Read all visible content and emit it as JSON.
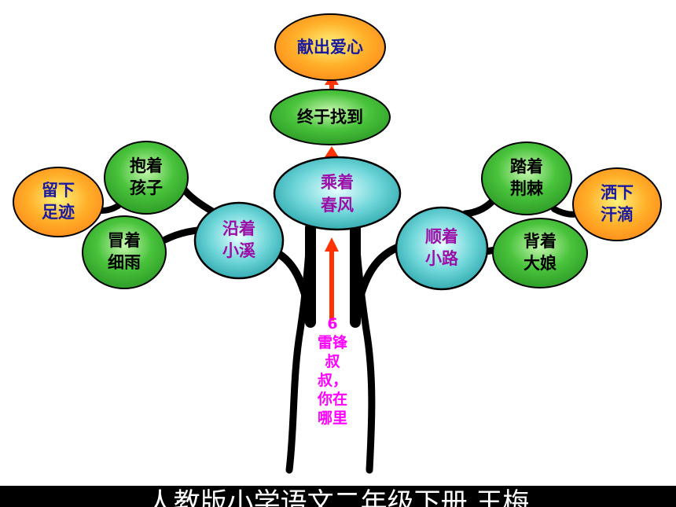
{
  "colors": {
    "orange_fill": "#ffb02a",
    "green_fill": "#49c33c",
    "teal_fill": "#3dbec2",
    "arrow": "#ff3300",
    "trunk_text": "#ff00ff",
    "footer_bg": "#000000"
  },
  "nodes": {
    "top": {
      "text": "献出爱心",
      "color": "#1a1aa0"
    },
    "found": {
      "text": "终于找到",
      "color": "#000000"
    },
    "center": {
      "line1": "乘着",
      "line2": "春风",
      "color": "#9b0fa8"
    },
    "left_hub": {
      "line1": "沿着",
      "line2": "小溪",
      "color": "#9b0fa8"
    },
    "right_hub": {
      "line1": "顺着",
      "line2": "小路",
      "color": "#9b0fa8"
    },
    "hold_child": {
      "line1": "抱着",
      "line2": "孩子",
      "color": "#000000"
    },
    "in_rain": {
      "line1": "冒着",
      "line2": "细雨",
      "color": "#000000"
    },
    "footprints": {
      "line1": "留下",
      "line2": "足迹",
      "color": "#1a1aa0"
    },
    "thorns": {
      "line1": "踏着",
      "line2": "荆棘",
      "color": "#000000"
    },
    "carry_lady": {
      "line1": "背着",
      "line2": "大娘",
      "color": "#000000"
    },
    "sweat": {
      "line1": "洒下",
      "line2": "汗滴",
      "color": "#1a1aa0"
    }
  },
  "trunk": {
    "number": "6",
    "line1": "雷锋",
    "line2": "叔叔，",
    "line3": "你在",
    "line4": "哪里"
  },
  "footer": {
    "text": "人教版小学语文二年级下册 王梅"
  }
}
